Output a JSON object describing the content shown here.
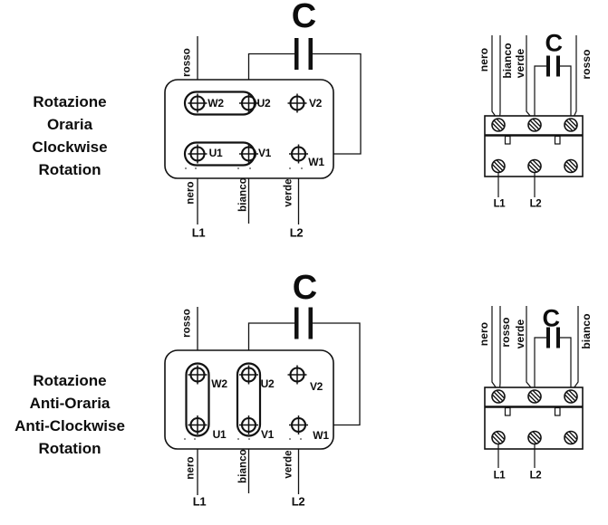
{
  "page": {
    "background": "#ffffff",
    "ink": "#111111"
  },
  "sections": {
    "clockwise": {
      "title_lines": [
        "Rotazione",
        "Oraria",
        "Clockwise",
        "Rotation"
      ],
      "main_diagram": {
        "capacitor_label": "C",
        "incoming_wire_label": "rosso",
        "terminals": {
          "top": [
            "W2",
            "U2",
            "V2"
          ],
          "bottom": [
            "U1",
            "V1",
            "W1"
          ]
        },
        "bridge_links": [
          "W2-U2",
          "U1-V1"
        ],
        "outgoing_wire_labels": [
          "nero",
          "bianco",
          "verde"
        ],
        "line_terminals": [
          "L1",
          "L2"
        ]
      },
      "terminal_block": {
        "capacitor_label": "C",
        "wire_labels": [
          "nero",
          "bianco",
          "verde",
          "rosso"
        ],
        "line_terminals": [
          "L1",
          "L2"
        ]
      }
    },
    "anticlockwise": {
      "title_lines": [
        "Rotazione",
        "Anti-Oraria",
        "Anti-Clockwise",
        "Rotation"
      ],
      "main_diagram": {
        "capacitor_label": "C",
        "incoming_wire_label": "rosso",
        "terminals": {
          "top": [
            "W2",
            "U2",
            "V2"
          ],
          "bottom": [
            "U1",
            "V1",
            "W1"
          ]
        },
        "bridge_links": [
          "W2-U1",
          "U2-V1"
        ],
        "outgoing_wire_labels": [
          "nero",
          "bianco",
          "verde"
        ],
        "line_terminals": [
          "L1",
          "L2"
        ]
      },
      "terminal_block": {
        "capacitor_label": "C",
        "wire_labels": [
          "nero",
          "rosso",
          "verde",
          "bianco"
        ],
        "line_terminals": [
          "L1",
          "L2"
        ]
      }
    }
  }
}
